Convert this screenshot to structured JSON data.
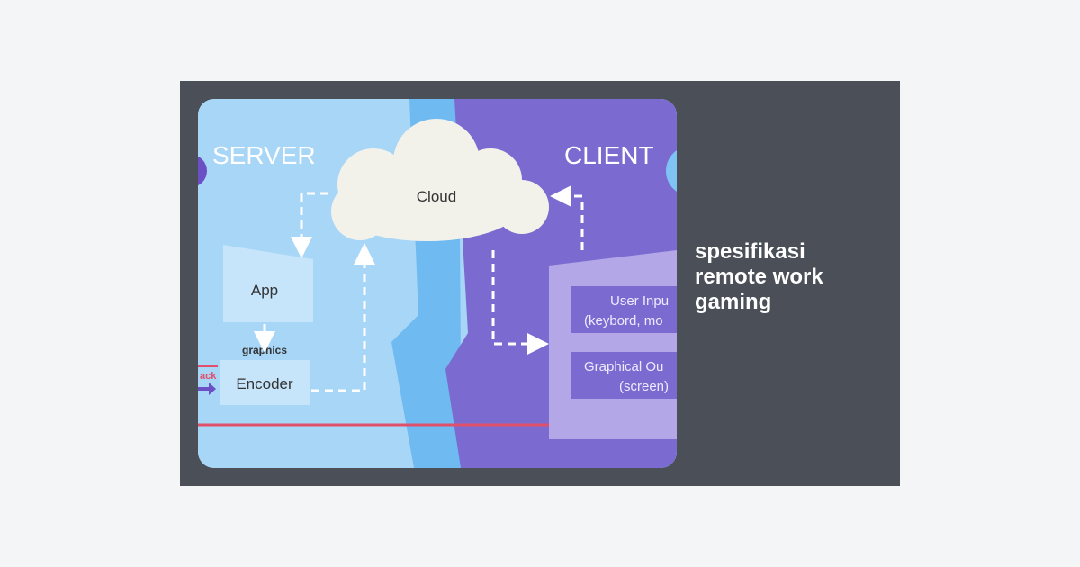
{
  "title": "spesifikasi remote work gaming",
  "diagram": {
    "server_label": "SERVER",
    "client_label": "CLIENT",
    "cloud_label": "Cloud",
    "app_label": "App",
    "graphics_label": "graphics",
    "encoder_label": "Encoder",
    "feedback_fragment": "ack",
    "user_input_line1": "User Inpu",
    "user_input_line2": "(keybord, mo",
    "graphical_output_line1": "Graphical Ou",
    "graphical_output_line2": "(screen)"
  },
  "colors": {
    "card_background": "#4b4f57",
    "server_panel": "#a8d6f6",
    "client_panel": "#7b6bd0",
    "cloud": "#f3f2ea",
    "feedback_line": "#e0506b"
  }
}
